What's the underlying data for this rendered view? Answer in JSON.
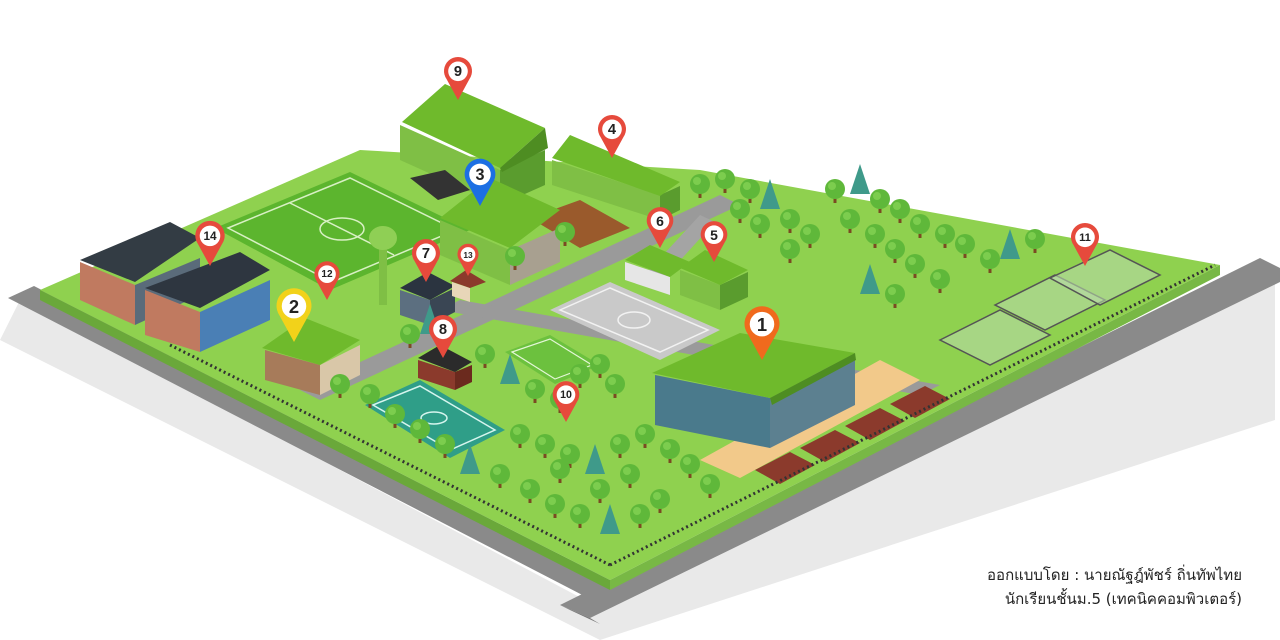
{
  "map": {
    "markers": [
      {
        "label": "1",
        "color": "#f06a1d"
      },
      {
        "label": "2",
        "color": "#f2d21a"
      },
      {
        "label": "3",
        "color": "#1c6fe3"
      },
      {
        "label": "4",
        "color": "#e64a3c"
      },
      {
        "label": "5",
        "color": "#e64a3c"
      },
      {
        "label": "6",
        "color": "#e64a3c"
      },
      {
        "label": "7",
        "color": "#e64a3c"
      },
      {
        "label": "8",
        "color": "#e64a3c"
      },
      {
        "label": "9",
        "color": "#e64a3c"
      },
      {
        "label": "10",
        "color": "#e64a3c"
      },
      {
        "label": "11",
        "color": "#e64a3c"
      },
      {
        "label": "12",
        "color": "#e64a3c"
      },
      {
        "label": "13",
        "color": "#e64a3c"
      },
      {
        "label": "14",
        "color": "#e64a3c"
      }
    ],
    "colors": {
      "grass": "#8fd14f",
      "field": "#5cb52e",
      "road": "#8a8a8a",
      "roof": "#6fba2c",
      "tree": "#5fb83a",
      "pine": "#3f9a8a"
    }
  },
  "credit": {
    "line1": "ออกแบบโดย : นายณัฐฎ์พัชร์ ถิ่นทัพไทย",
    "line2": "นักเรียนชั้นม.5 (เทคนิคคอมพิวเตอร์)"
  }
}
